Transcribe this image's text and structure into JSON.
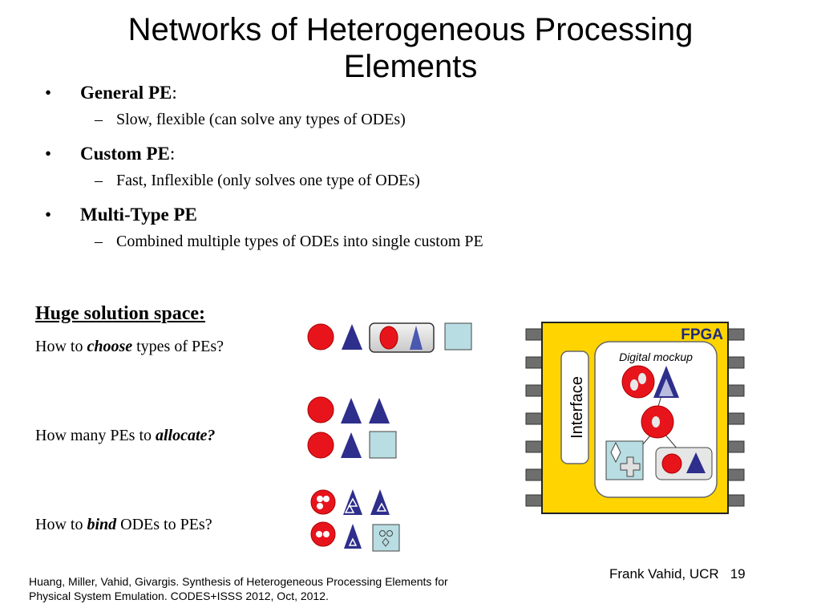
{
  "slide": {
    "title_line1": "Networks of Heterogeneous Processing",
    "title_line2": "Elements",
    "bullets": [
      {
        "label": "General PE",
        "suffix": ":",
        "detail": "Slow, flexible (can solve any types of ODEs)"
      },
      {
        "label": "Custom PE",
        "suffix": ":",
        "detail": "Fast, Inflexible (only solves one type of ODEs)"
      },
      {
        "label": "Multi-Type PE",
        "suffix": "",
        "detail": "Combined multiple types of ODEs into single custom PE"
      }
    ],
    "bullet_glyph": "•",
    "dash_glyph": "–",
    "section_heading": "Huge solution space:",
    "questions": [
      {
        "pre": "How to ",
        "em": "choose",
        "post": " types of PEs?"
      },
      {
        "pre": "How many PEs to ",
        "em": "allocate?",
        "post": ""
      },
      {
        "pre": "How to ",
        "em": "bind",
        "post": " ODEs to PEs?"
      }
    ],
    "fpga_label": "FPGA",
    "mockup_label": "Digital mockup",
    "interface_label": "Interface",
    "author": "Frank Vahid, UCR",
    "page_number": "19",
    "citation_line1": "Huang, Miller, Vahid, Givargis. Synthesis of Heterogeneous Processing Elements for",
    "citation_line2": "Physical System Emulation. CODES+ISSS 2012, Oct, 2012."
  },
  "colors": {
    "red": "#e8141c",
    "blue": "#2e2e8c",
    "light_blue": "#b8dde2",
    "chip_yellow": "#ffd400",
    "pin_gray": "#6e6e6e"
  }
}
